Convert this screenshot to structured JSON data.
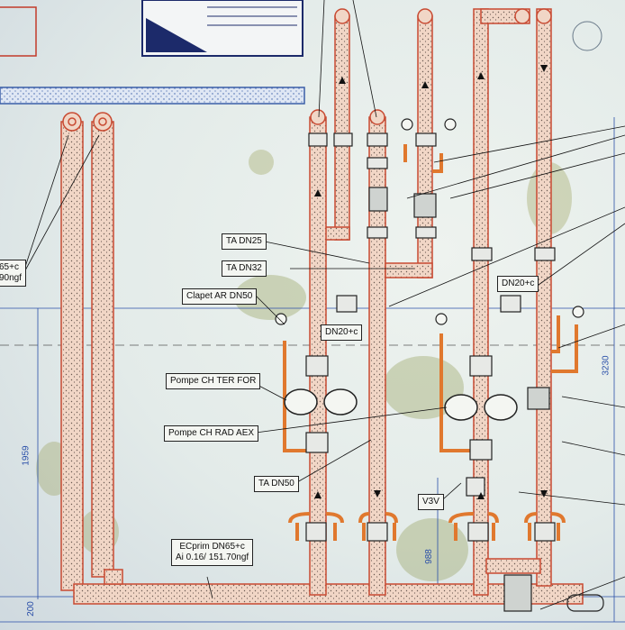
{
  "labels": {
    "ta_dn25": "TA DN25",
    "ta_dn32": "TA DN32",
    "clapet": "Clapet AR DN50",
    "dn20c_left": "DN20+c",
    "dn20c_right": "DN20+c",
    "pompe_ter": "Pompe CH TER FOR",
    "pompe_rad": "Pompe CH RAD AEX",
    "ta_dn50": "TA DN50",
    "v3v": "V3V",
    "ecprim_line1": "ECprim DN65+c",
    "ecprim_line2": "Ai 0.16/ 151.70ngf",
    "left_line1": "65+c",
    "left_line2": "90ngf"
  },
  "dimensions": {
    "d1959": "1959",
    "d200": "200",
    "d988": "988",
    "d3230": "3230"
  },
  "colors": {
    "pipe_red": "#c84a32",
    "pipe_fill": "#f1d6c6",
    "pipe_orange": "#e0782e",
    "dim_blue": "#2a4fa8",
    "background": "#e3ebe9"
  }
}
